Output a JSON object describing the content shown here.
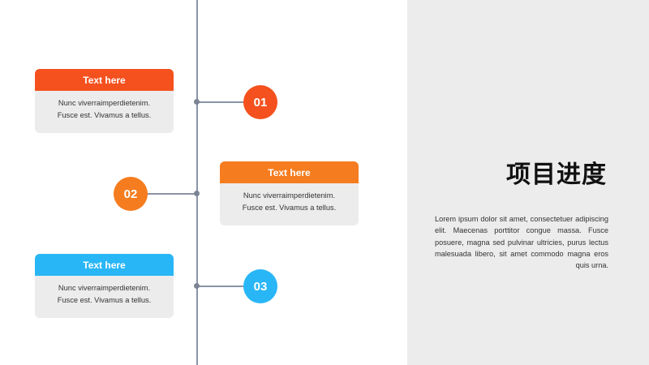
{
  "colors": {
    "step1": "#f4511e",
    "step2": "#f57c1f",
    "step3": "#29b6f6",
    "timeline": "#8a94a6",
    "card_bg": "#ececed",
    "panel_bg": "#ececed"
  },
  "steps": [
    {
      "number": "01",
      "header": "Text here",
      "line1": "Nunc viverraimperdietenim.",
      "line2": "Fusce est. Vivamus a tellus."
    },
    {
      "number": "02",
      "header": "Text here",
      "line1": "Nunc viverraimperdietenim.",
      "line2": "Fusce est. Vivamus a tellus."
    },
    {
      "number": "03",
      "header": "Text here",
      "line1": "Nunc viverraimperdietenim.",
      "line2": "Fusce est. Vivamus a tellus."
    }
  ],
  "panel": {
    "title": "项目进度",
    "description": "Lorem ipsum dolor sit amet, consectetuer adipiscing elit. Maecenas porttitor congue massa. Fusce posuere, magna sed pulvinar ultricies, purus lectus malesuada libero, sit amet commodo magna eros quis urna."
  }
}
